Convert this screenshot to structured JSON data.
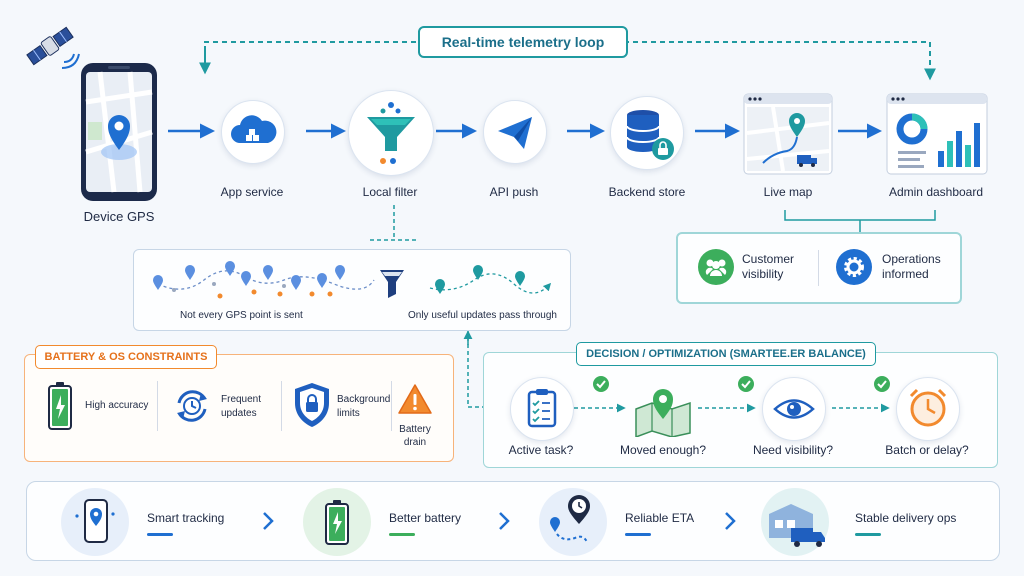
{
  "loop_label": "Real-time telemetry loop",
  "flow_nodes": [
    {
      "label": "Device GPS",
      "icon": "phone-gps-icon"
    },
    {
      "label": "App service",
      "icon": "cloud-icon"
    },
    {
      "label": "Local filter",
      "icon": "funnel-icon"
    },
    {
      "label": "API push",
      "icon": "paper-plane-icon"
    },
    {
      "label": "Backend store",
      "icon": "database-lock-icon"
    },
    {
      "label": "Live map",
      "icon": "map-window-icon"
    },
    {
      "label": "Admin dashboard",
      "icon": "dashboard-window-icon"
    }
  ],
  "outcomes": [
    {
      "label": "Customer visibility",
      "icon": "people-icon"
    },
    {
      "label": "Operations informed",
      "icon": "gear-icon"
    }
  ],
  "filter_panel": {
    "left_caption": "Not every GPS point is sent",
    "right_caption": "Only useful updates pass through"
  },
  "constraints": {
    "title": "BATTERY & OS CONSTRAINTS",
    "items": [
      {
        "label": "High accuracy",
        "icon": "battery-charging-icon"
      },
      {
        "label": "Frequent updates",
        "icon": "refresh-clock-icon"
      },
      {
        "label": "Background limits",
        "icon": "shield-lock-icon"
      },
      {
        "label": "Battery drain",
        "icon": "warning-icon"
      }
    ]
  },
  "decision": {
    "title": "DECISION / OPTIMIZATION (SMARTEE.ER BALANCE)",
    "steps": [
      {
        "label": "Active task?",
        "icon": "clipboard-check-icon"
      },
      {
        "label": "Moved enough?",
        "icon": "map-pin-icon"
      },
      {
        "label": "Need visibility?",
        "icon": "eye-icon"
      },
      {
        "label": "Batch or delay?",
        "icon": "clock-icon"
      }
    ]
  },
  "benefits": [
    {
      "label": "Smart tracking",
      "icon": "phone-pin-icon",
      "accent": "#1f6fd1"
    },
    {
      "label": "Better battery",
      "icon": "battery-icon",
      "accent": "#3cae5c"
    },
    {
      "label": "Reliable ETA",
      "icon": "route-clock-icon",
      "accent": "#1f6fd1"
    },
    {
      "label": "Stable delivery ops",
      "icon": "warehouse-truck-icon",
      "accent": "#1f9aa0"
    }
  ],
  "colors": {
    "primary_blue": "#1f6fd1",
    "teal": "#1f9aa0",
    "orange": "#f28a2e",
    "green": "#3cae5c"
  }
}
